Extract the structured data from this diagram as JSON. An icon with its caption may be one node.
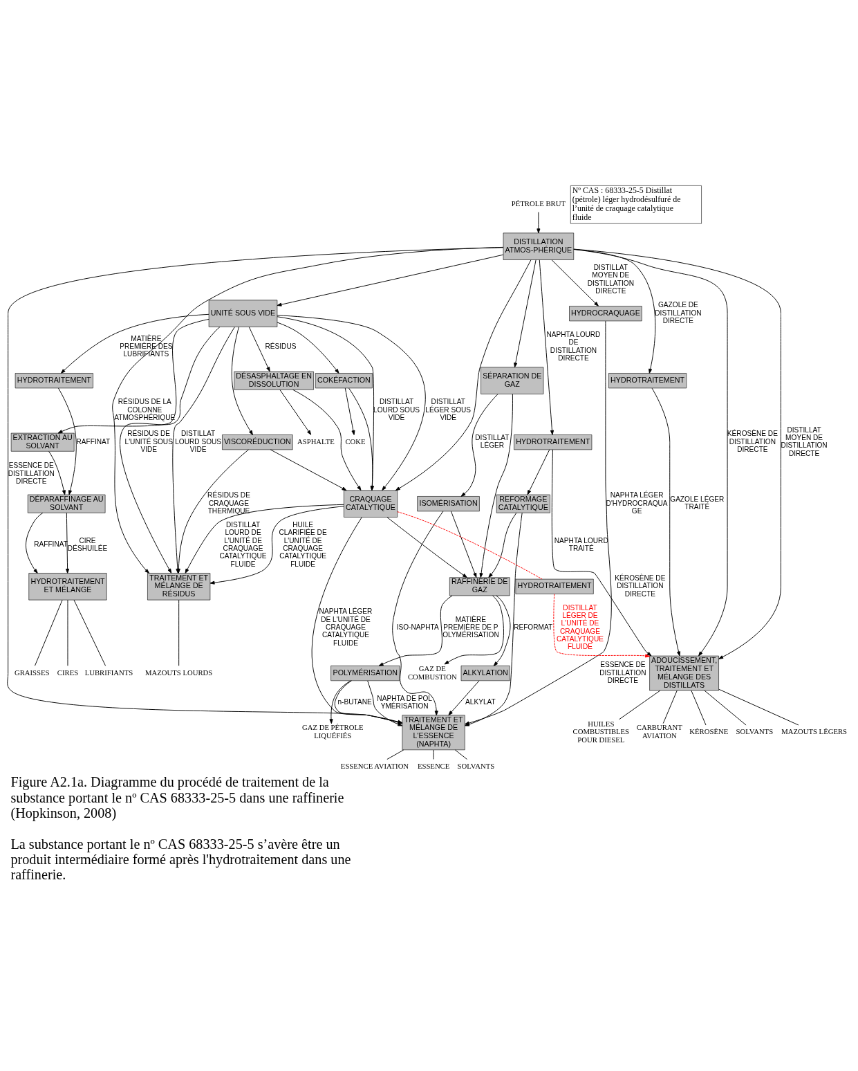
{
  "diagram": {
    "title": "Figure A2.1a. Diagramme du procédé de traitement de la substance portant le nº CAS 68333-25-5 dans une raffinerie (Hopkinson, 2008)",
    "caption": "La substance portant le nº CAS 68333-25-5 s’avère être un produit intermédiaire formé après l'hydrotraitement dans une raffinerie.",
    "nodes": [
      {
        "text": [
          "PÉTROLE BRUT"
        ]
      },
      {
        "text": [
          "SÉPARATION DE GAZ"
        ]
      },
      {
        "text": [
          "RAFFINERIE DE GAZ"
        ]
      },
      {
        "text": [
          "POLYMÉRISATION"
        ]
      },
      {
        "text": [
          "ALKYLATION"
        ]
      },
      {
        "text": [
          "ISOMÉRISATION"
        ]
      },
      {
        "text": [
          "DISTILLATION ATMOS-PHÉRIQUE"
        ]
      },
      {
        "text": [
          "HYDROTRAITEMENT"
        ]
      },
      {
        "text": [
          "REFORMAGE CATALYTIQUE"
        ]
      },
      {
        "text": [
          "HYDROCRAQUAGE"
        ]
      },
      {
        "text": [
          "HYDROTRAITEMENT"
        ]
      },
      {
        "text": [
          "CRAQUAGE CATALYTIQUE"
        ]
      },
      {
        "text": [
          "HYDROTRAITEMENT"
        ]
      },
      {
        "text": [
          "UNITÉ SOUS VIDE"
        ]
      },
      {
        "text": [
          "DÉSASPHALTAGE EN DISSOLUTION"
        ]
      },
      {
        "text": [
          "COKÉFACTION"
        ]
      },
      {
        "text": [
          "VISCORÉDUCTION"
        ]
      },
      {
        "text": [
          "TRAITEMENT ET MÉLANGE DE L'ESSENCE (NAPHTA)"
        ]
      },
      {
        "text": [
          "ADOUCISSEMENT, TRAITEMENT ET MÉLANGE DES DISTILLATS"
        ]
      },
      {
        "text": [
          "TRAITEMENT ET MÉLANGE DE RÉSIDUS"
        ]
      },
      {
        "text": [
          "HYDROTRAITEMENT"
        ]
      },
      {
        "text": [
          "EXTRACTION AU SOLVANT"
        ]
      },
      {
        "text": [
          "DÉPARAFFINAGE AU SOLVANT"
        ]
      },
      {
        "text": [
          "HYDROTRAITEMENT ET MÉLANGE"
        ]
      },
      {
        "text": [
          "GAZ DE COMBUSTION"
        ]
      },
      {
        "text": [
          "GAZ DE PÉTROLE LIQUÉFIÉS"
        ]
      },
      {
        "text": [
          "ESSENCE AVIATION"
        ]
      },
      {
        "text": [
          "ESSENCE"
        ]
      },
      {
        "text": [
          "SOLVANTS"
        ]
      },
      {
        "text": [
          "CARBURANT AVIATION"
        ]
      },
      {
        "text": [
          "KÉROSÈNE"
        ]
      },
      {
        "text": [
          "SOLVANTS"
        ]
      },
      {
        "text": [
          "MAZOUTS LÉGERS"
        ]
      },
      {
        "text": [
          "HUILES COMBUSTIBLES POUR DIESEL"
        ]
      },
      {
        "text": [
          "MAZOUTS LOURDS"
        ]
      },
      {
        "text": [
          "LUBRIFIANTS"
        ]
      },
      {
        "text": [
          "GRAISSES"
        ]
      },
      {
        "text": [
          "CIRES"
        ]
      },
      {
        "text": [
          "ASPHALTE"
        ]
      },
      {
        "text": [
          "COKE"
        ]
      },
      {
        "text": [
          "Nº CAS : 68333-25-5 Distillat (pétrole) léger hydrodésulfuré de l’unité de craquage catalytique fluide"
        ]
      }
    ],
    "edges": [
      {
        "from": 0,
        "to": 6,
        "arrow": "to"
      },
      {
        "from": 6,
        "to": 1,
        "arrow": "to"
      },
      {
        "from": 1,
        "to": 2,
        "arrow": "to"
      },
      {
        "from": 1,
        "to": 5,
        "arrow": "to",
        "label": "DISTILLAT LÉGER"
      },
      {
        "from": 5,
        "to": 2,
        "arrow": "to"
      },
      {
        "from": 2,
        "to": 3,
        "arrow": "to",
        "label": "MATIÈRE PREMIÈRE DE POLYMÉRISATION"
      },
      {
        "from": 2,
        "to": 4,
        "arrow": "to"
      },
      {
        "from": 2,
        "to": 24,
        "arrow": "to"
      },
      {
        "from": 3,
        "to": 25,
        "arrow": "to"
      },
      {
        "from": 3,
        "to": 17,
        "arrow": "to",
        "label": "NAPHTA DE POLYMÉRISATION"
      },
      {
        "from": 3,
        "to": 17,
        "arrow": "to",
        "label": "n-BUTANE"
      },
      {
        "from": 4,
        "to": 17,
        "arrow": "to",
        "label": "ALKYLAT"
      },
      {
        "from": 5,
        "to": 17,
        "arrow": "to",
        "label": "ISO-NAPHTA"
      },
      {
        "from": 6,
        "to": 17,
        "arrow": "to",
        "label": "ESSENCE DE DISTILLATION DIRECTE"
      },
      {
        "from": 6,
        "to": 7,
        "arrow": "to",
        "label": "NAPHTA LOURD DE DISTILLATION DIRECTE"
      },
      {
        "from": 7,
        "to": 8,
        "arrow": "to"
      },
      {
        "from": 8,
        "to": 17,
        "arrow": "to",
        "label": "REFORMAT"
      },
      {
        "from": 8,
        "to": 2,
        "arrow": "to"
      },
      {
        "from": 9,
        "to": 17,
        "arrow": "to",
        "label": "NAPHTA LÉGER D'HYDROCRAQUAGE"
      },
      {
        "from": 11,
        "to": 17,
        "arrow": "to",
        "label": "NAPHTA LÉGER DE L'UNITÉ DE CRAQUAGE CATALYTIQUE FLUIDE"
      },
      {
        "from": 6,
        "to": 18,
        "arrow": "to",
        "label": "KÉROSÈNE DE DISTILLATION DIRECTE"
      },
      {
        "from": 6,
        "to": 9,
        "arrow": "to",
        "label": "DISTILLAT MOYEN DE DISTILLATION DIRECTE"
      },
      {
        "from": 6,
        "to": 18,
        "arrow": "to",
        "label": "DISTILLAT MOYEN DE DISTILLATION DIRECTE"
      },
      {
        "from": 6,
        "to": 10,
        "arrow": "to",
        "label": "GAZOLE DE DISTILLATION DIRECTE"
      },
      {
        "from": 6,
        "to": 11,
        "arrow": "to"
      },
      {
        "from": 6,
        "to": 13,
        "arrow": "to"
      },
      {
        "from": 6,
        "to": 19,
        "arrow": "to",
        "label": "RÉSIDUS DE LA COLONNE ATMOSPHÉRIQUE"
      },
      {
        "from": 7,
        "to": 18,
        "arrow": "to",
        "label": "NAPHTA LOURD TRAITÉ"
      },
      {
        "from": 10,
        "to": 18,
        "arrow": "to",
        "label": "GAZOLE LÉGER TRAITÉ"
      },
      {
        "from": 11,
        "to": 2,
        "arrow": "to"
      },
      {
        "from": 11,
        "to": 12,
        "arrow": "none",
        "style": "dashed",
        "color": "#ff0000"
      },
      {
        "from": 12,
        "to": 18,
        "arrow": "to",
        "style": "dashed",
        "color": "#ff0000",
        "label": "DISTILLAT LÉGER DE L'UNITÉ DE CRAQUAGE CATALYTIQUE FLUIDE"
      },
      {
        "from": 11,
        "to": 19,
        "arrow": "to",
        "label": "DISTILLAT LOURD DE L'UNITÉ DE CRAQUAGE CATALYTIQUE FLUIDE"
      },
      {
        "from": 11,
        "to": 19,
        "arrow": "to",
        "label": "HUILE CLARIFIÉE DE L'UNITÉ DE CRAQUAGE CATALYTIQUE FLUIDE"
      },
      {
        "from": 13,
        "to": 11,
        "arrow": "to",
        "label": "DISTILLAT LÉGER SOUS VIDE"
      },
      {
        "from": 13,
        "to": 11,
        "arrow": "to",
        "label": "DISTILLAT LOURD SOUS VIDE"
      },
      {
        "from": 13,
        "to": 19,
        "arrow": "to",
        "label": "DISTILLAT LOURD SOUS VIDE"
      },
      {
        "from": 13,
        "to": 14,
        "arrow": "to",
        "label": "RÉSIDUS"
      },
      {
        "from": 13,
        "to": 19,
        "arrow": "to",
        "label": "RÉSIDUS DE L'UNITÉ SOUS VIDE"
      },
      {
        "from": 13,
        "to": 15,
        "arrow": "to"
      },
      {
        "from": 13,
        "to": 16,
        "arrow": "to"
      },
      {
        "from": 14,
        "to": 11,
        "arrow": "to"
      },
      {
        "from": 15,
        "to": 11,
        "arrow": "to"
      },
      {
        "from": 16,
        "to": 11,
        "arrow": "to"
      },
      {
        "from": 14,
        "to": 38,
        "arrow": "to"
      },
      {
        "from": 15,
        "to": 39,
        "arrow": "to"
      },
      {
        "from": 16,
        "to": 19,
        "arrow": "to",
        "label": "RÉSIDUS DE CRAQUAGE THERMIQUE"
      },
      {
        "from": 13,
        "to": 20,
        "arrow": "to",
        "label": "MATIÈRE PREMIÈRE DES LUBRIFIANTS"
      },
      {
        "from": 13,
        "to": 21,
        "arrow": "to"
      },
      {
        "from": 20,
        "to": 22,
        "arrow": "to",
        "label": "RAFFINAT"
      },
      {
        "from": 21,
        "to": 22,
        "arrow": "to"
      },
      {
        "from": 22,
        "to": 23,
        "arrow": "to",
        "label": "RAFFINAT"
      },
      {
        "from": 22,
        "to": 23,
        "arrow": "to",
        "label": "CIRE DÉSHUILÉE"
      },
      {
        "from": 17,
        "to": 26,
        "arrow": "none"
      },
      {
        "from": 17,
        "to": 27,
        "arrow": "none"
      },
      {
        "from": 17,
        "to": 28,
        "arrow": "none"
      },
      {
        "from": 18,
        "to": 29,
        "arrow": "none"
      },
      {
        "from": 18,
        "to": 30,
        "arrow": "none"
      },
      {
        "from": 18,
        "to": 31,
        "arrow": "none"
      },
      {
        "from": 18,
        "to": 32,
        "arrow": "none"
      },
      {
        "from": 18,
        "to": 33,
        "arrow": "none"
      },
      {
        "from": 19,
        "to": 34,
        "arrow": "none"
      },
      {
        "from": 23,
        "to": 35,
        "arrow": "none"
      },
      {
        "from": 23,
        "to": 36,
        "arrow": "none"
      },
      {
        "from": 23,
        "to": 37,
        "arrow": "none"
      }
    ],
    "labels": [
      "ESSENCE DE DISTILLATION DIRECTE",
      "KÉROSÈNE DE DISTILLATION DIRECTE"
    ]
  }
}
